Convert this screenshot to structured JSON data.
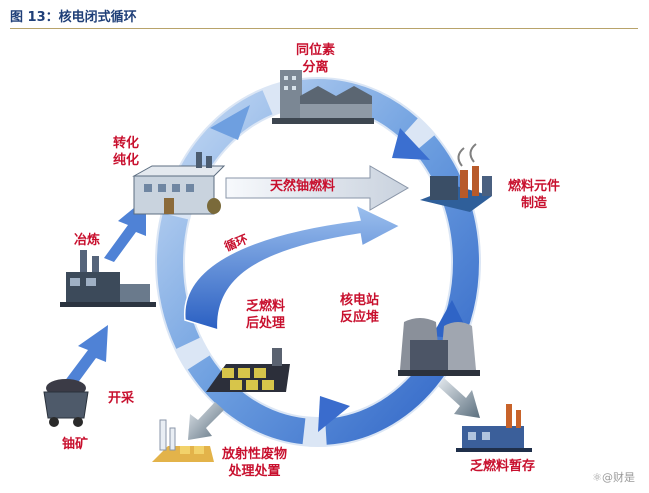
{
  "figure": {
    "title": "图 13：核电闭式循环"
  },
  "nodes": {
    "isotope_separation": "同位素\n分离",
    "fuel_element_fabrication": "燃料元件\n制造",
    "conversion_purification": "转化\n纯化",
    "smelting": "冶炼",
    "mining": "开采",
    "uranium_ore": "铀矿",
    "spent_fuel_reprocessing": "乏燃料\n后处理",
    "npp_reactor": "核电站\n反应堆",
    "radioactive_waste": "放射性废物\n处理处置",
    "spent_fuel_storage": "乏燃料暂存"
  },
  "arrows": {
    "natural_uranium_fuel": "天然铀燃料",
    "recycle": "循环"
  },
  "watermark": "⚛@财是"
}
